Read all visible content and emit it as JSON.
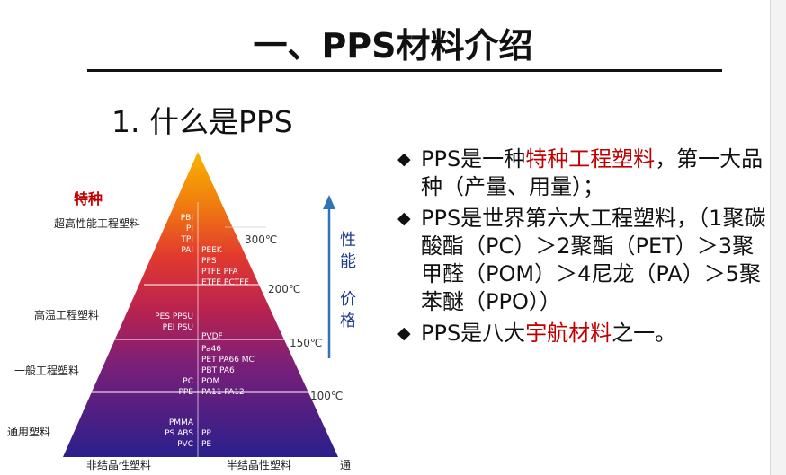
{
  "slide": {
    "title": "一、PPS材料介绍",
    "subtitle": "1. 什么是PPS"
  },
  "pyramid": {
    "top_label": "特种",
    "tiers": [
      {
        "category": "超高性能工程塑料",
        "left": [
          "PBI",
          "PI",
          "TPI",
          "PAI"
        ],
        "right": [
          "PEEK",
          "PPS",
          "PTFE PFA",
          "ETFE PCTFE"
        ],
        "temp": "300℃"
      },
      {
        "category": "高温工程塑料",
        "left": [
          "PES PPSU",
          "PEI PSU"
        ],
        "right": [
          "PVDF"
        ],
        "temp": "200℃"
      },
      {
        "category": "一般工程塑料",
        "left": [
          "PC",
          "PPE"
        ],
        "right": [
          "Pa46",
          "PET PA66 MC",
          "PBT PA6",
          "POM",
          "PA11 PA12"
        ],
        "temp": "150℃"
      },
      {
        "category": "通用塑料",
        "left": [
          "PMMA",
          "PS ABS",
          "PVC"
        ],
        "right": [
          "PP",
          "PE"
        ],
        "temp": "100℃"
      }
    ],
    "bottom_left": "非结晶性塑料",
    "bottom_right": "半结晶性塑料",
    "bottom_cut": "通",
    "arrow_label_top": [
      "性",
      "能"
    ],
    "arrow_label_bottom": [
      "价",
      "格"
    ]
  },
  "bullets": {
    "b1": {
      "pre": "PPS是一种",
      "hl": "特种工程塑料",
      "post": "，第一大品种（产量、用量）；"
    },
    "b2": {
      "text": "PPS是世界第六大工程塑料，（1聚碳酸酯（PC）＞2聚酯（PET）＞3聚甲醛（POM）＞4尼龙（PA）＞5聚苯醚（PPO））"
    },
    "b3": {
      "pre": "PPS是八大",
      "hl": "宇航材料",
      "post": "之一。"
    },
    "marker": "◆"
  },
  "colors": {
    "accent_red": "#c00000",
    "arrow_blue": "#2e75b6"
  }
}
